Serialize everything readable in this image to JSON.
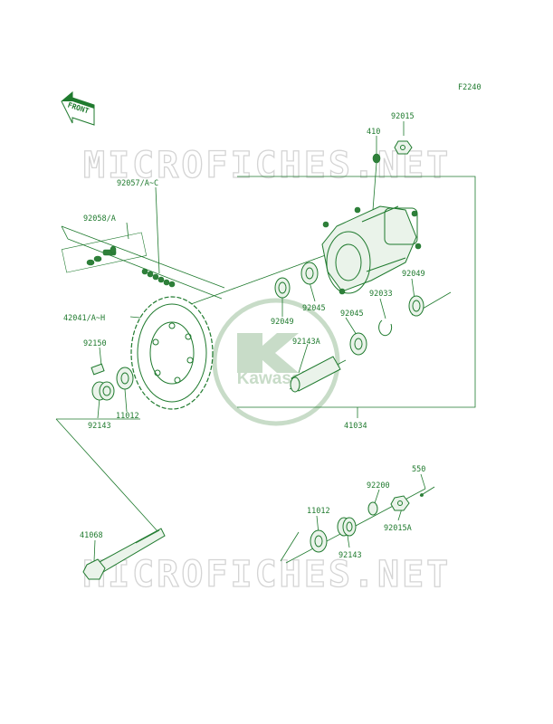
{
  "figure_code": "F2240",
  "front_label": "FRONT",
  "watermark": "MICROFICHES.NET",
  "logo_text": "Kawasaki",
  "colors": {
    "line": "#1f7a2e",
    "watermark": "#d4d4d4",
    "logo": "#c8dcc8"
  },
  "parts": {
    "p92015": "92015",
    "p410": "410",
    "p92057": "92057/A~C",
    "p92058": "92058/A",
    "p92049a": "92049",
    "p92049b": "92049",
    "p92045a": "92045",
    "p92045b": "92045",
    "p92033": "92033",
    "p42041": "42041/A~H",
    "p92143A": "92143A",
    "p92150": "92150",
    "p11012a": "11012",
    "p92143a": "92143",
    "p41034": "41034",
    "p550": "550",
    "p92200": "92200",
    "p11012b": "11012",
    "p92015A": "92015A",
    "p92143b": "92143",
    "p41068": "41068"
  }
}
